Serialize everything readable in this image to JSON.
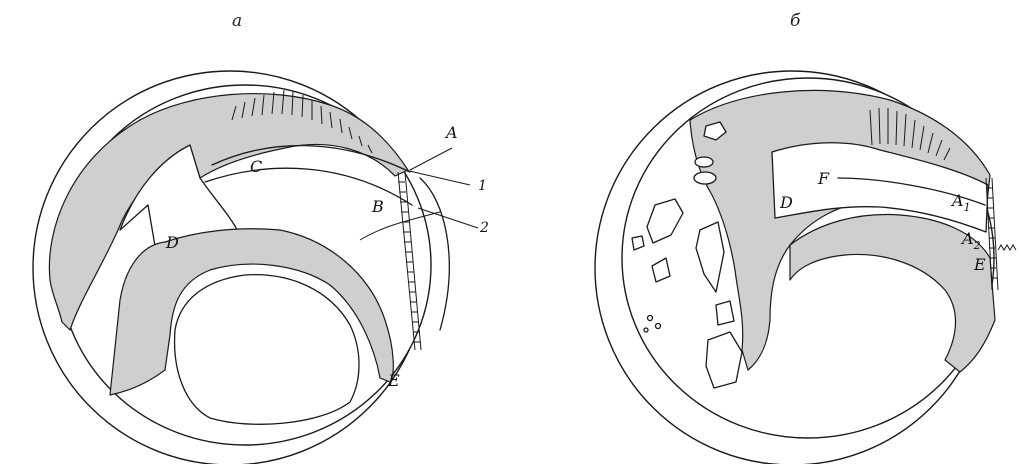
{
  "panels": [
    {
      "id": "a",
      "label": "а",
      "regions": {
        "A": "A",
        "B": "B",
        "C": "C",
        "D": "D",
        "E": "E"
      },
      "callouts": [
        "1",
        "2"
      ]
    },
    {
      "id": "b",
      "label": "б",
      "regions": {
        "A1_main": "A",
        "A1_sub": "1",
        "A2_main": "A",
        "A2_sub": "2",
        "D": "D",
        "E": "E",
        "F": "F"
      }
    }
  ],
  "colors": {
    "land_shading": "#cfcfcf",
    "ink": "#1a1a1a",
    "background": "#ffffff"
  }
}
